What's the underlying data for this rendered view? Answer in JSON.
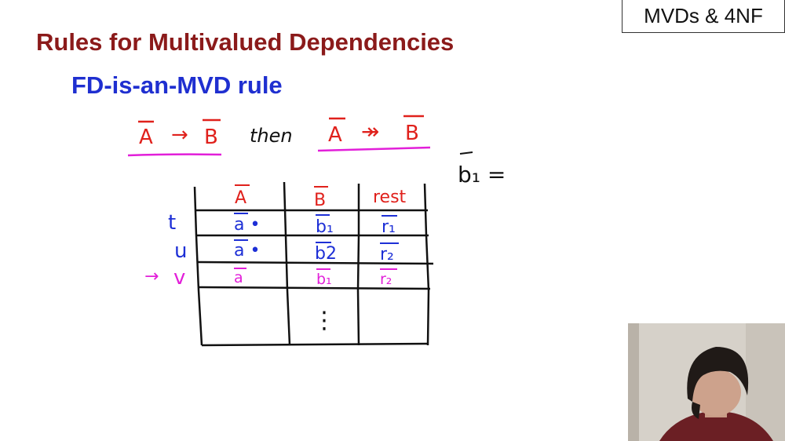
{
  "slide": {
    "tag": "MVDs & 4NF",
    "title": "Rules for Multivalued Dependencies",
    "subtitle": "FD-is-an-MVD rule"
  },
  "handwriting": {
    "rule_line": {
      "lhs_a": "A",
      "fd_arrow": "→",
      "lhs_b": "B",
      "then": "then",
      "rhs_a": "A",
      "mvd_arrow": "↠",
      "rhs_b": "B"
    },
    "side_note": "b₁ =",
    "table": {
      "headers": [
        "A",
        "B",
        "rest"
      ],
      "rows": [
        {
          "label": "t",
          "cells": [
            "a •",
            "b₁",
            "r₁"
          ]
        },
        {
          "label": "u",
          "cells": [
            "a •",
            "b2",
            "r₂"
          ]
        },
        {
          "label": "v",
          "pointer": "→",
          "cells": [
            "a",
            "b₁",
            "r₂"
          ]
        }
      ],
      "continuation": "⋮"
    }
  },
  "colors": {
    "title": "#8b1a1a",
    "subtitle": "#1f2fd0",
    "ink_red": "#e0211c",
    "ink_blue": "#1d2fd6",
    "ink_black": "#111111",
    "ink_magenta": "#e21fd9"
  }
}
